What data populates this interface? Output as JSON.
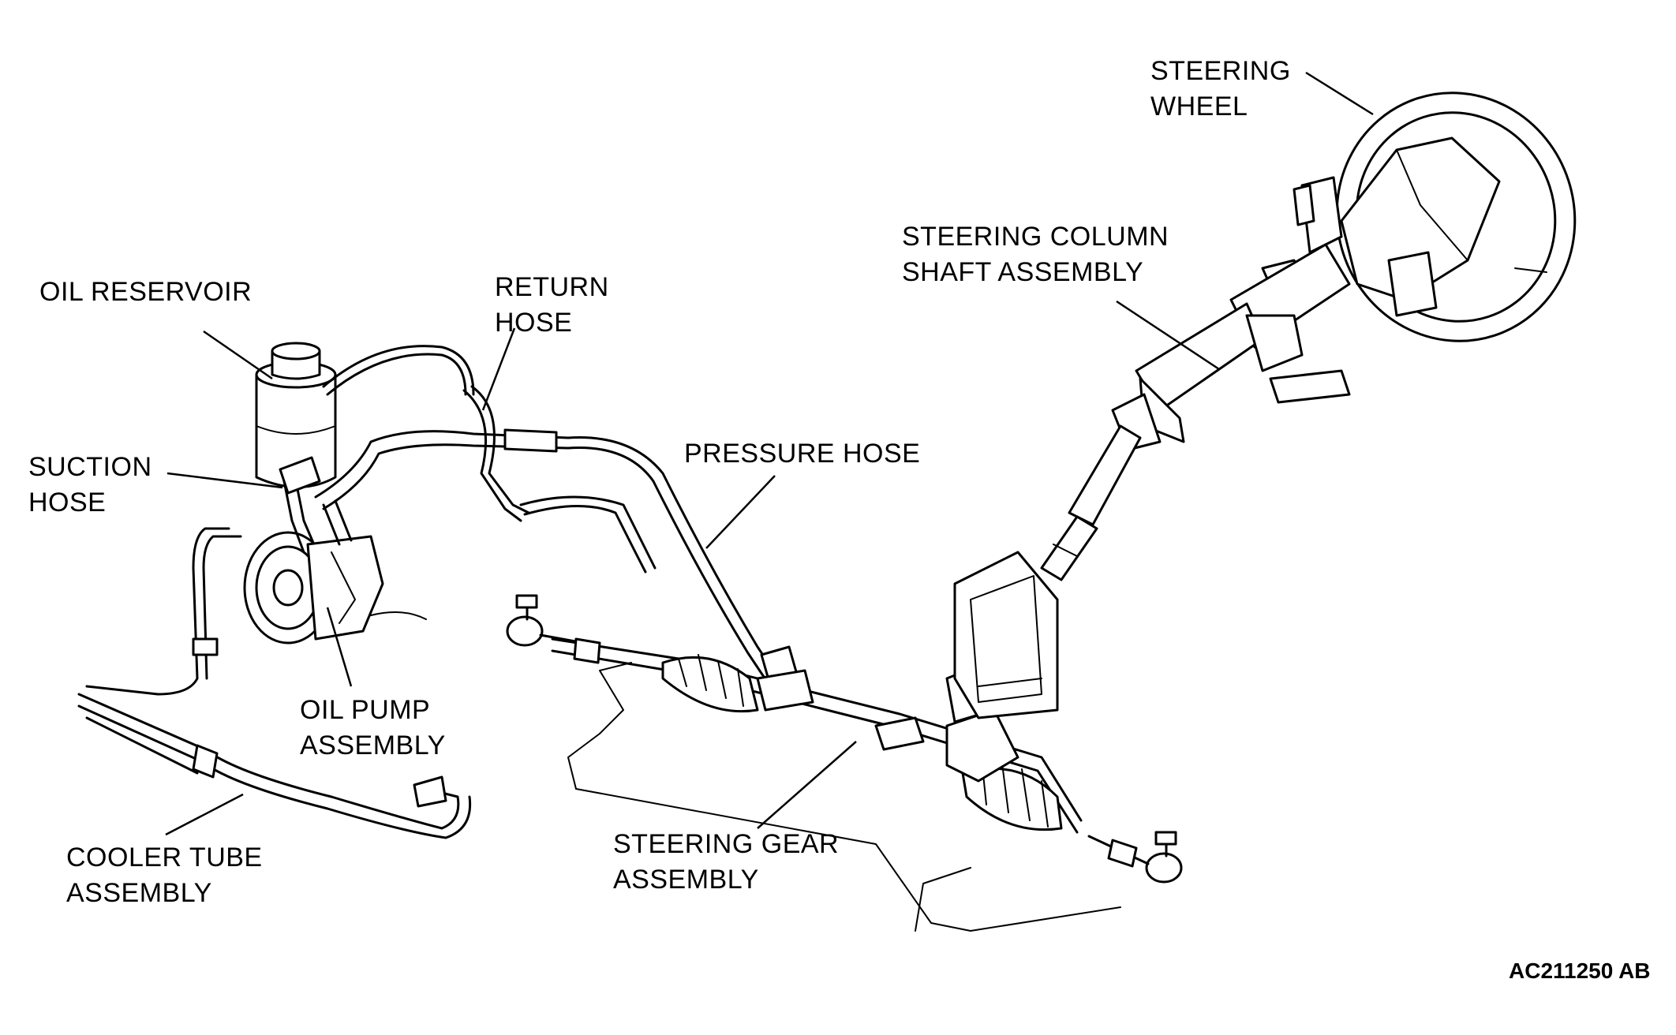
{
  "labels": {
    "steering_wheel": [
      "STEERING",
      "WHEEL"
    ],
    "steering_column": [
      "STEERING COLUMN",
      "SHAFT ASSEMBLY"
    ],
    "oil_reservoir": [
      "OIL RESERVOIR"
    ],
    "return_hose": [
      "RETURN",
      "HOSE"
    ],
    "suction_hose": [
      "SUCTION",
      "HOSE"
    ],
    "pressure_hose": [
      "PRESSURE HOSE"
    ],
    "oil_pump": [
      "OIL PUMP",
      "ASSEMBLY"
    ],
    "cooler_tube": [
      "COOLER TUBE",
      "ASSEMBLY"
    ],
    "steering_gear": [
      "STEERING GEAR",
      "ASSEMBLY"
    ]
  },
  "figure_code": "AC211250 AB",
  "colors": {
    "ink": "#000000",
    "background": "#ffffff"
  }
}
